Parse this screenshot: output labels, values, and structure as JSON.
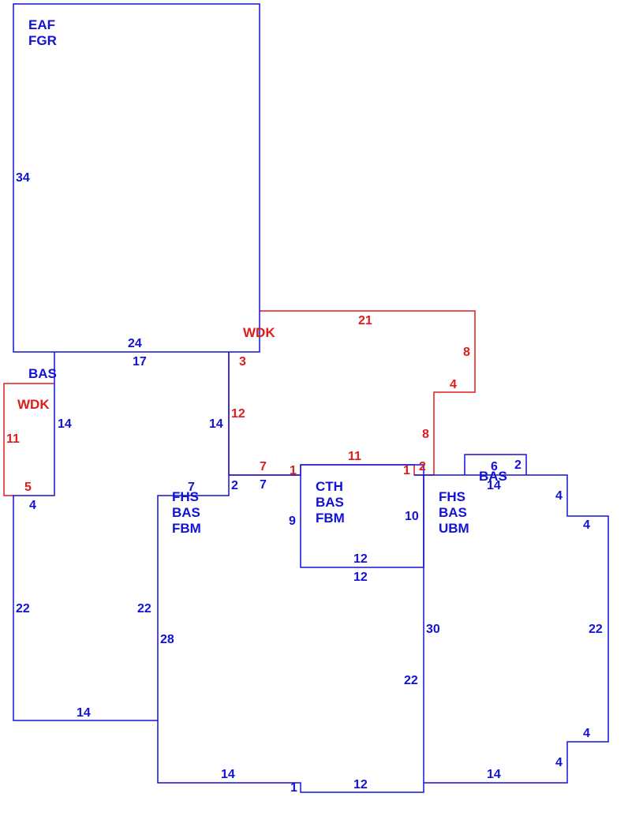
{
  "colors": {
    "structure": "#1212d6",
    "deck": "#e01b1b",
    "background": "#ffffff"
  },
  "areas": {
    "eaf": "EAF",
    "fgr": "FGR",
    "bas_left": "BAS",
    "wdk_top": "WDK",
    "wdk_left": "WDK",
    "fhs_mid": "FHS",
    "bas_mid": "BAS",
    "fbm_mid": "FBM",
    "cth": "CTH",
    "bas_cth": "BAS",
    "fbm_cth": "FBM",
    "fhs_right": "FHS",
    "bas_right": "BAS",
    "ubm_right": "UBM",
    "bas_small": "BAS"
  },
  "dimensions": {
    "garage_left": "34",
    "garage_bottom": "24",
    "wdk_top_21": "21",
    "wdk_top_8": "8",
    "wdk_top_4": "4",
    "wdk_top_8b": "8",
    "wdk_top_3": "3",
    "wdk_top_12": "12",
    "wdk_top_7": "7",
    "wdk_top_1a": "1",
    "wdk_top_11": "11",
    "wdk_top_1b": "1",
    "wdk_top_2": "2",
    "bas_top_17": "17",
    "bas_14a": "14",
    "bas_14b": "14",
    "wdk_left_11": "11",
    "wdk_left_5": "5",
    "bas_4": "4",
    "left_22a": "22",
    "left_22b": "22",
    "left_14": "14",
    "mid_7a": "7",
    "mid_2": "2",
    "mid_7b": "7",
    "mid_28": "28",
    "mid_14": "14",
    "mid_1": "1",
    "mid_12": "12",
    "cth_9": "9",
    "cth_10": "10",
    "cth_12a": "12",
    "cth_12b": "12",
    "right_30": "30",
    "right_22a": "22",
    "right_4a": "4",
    "right_4b": "4",
    "right_22b": "22",
    "right_4c": "4",
    "right_4d": "4",
    "right_14": "14",
    "small_6": "6",
    "small_2": "2",
    "small_14": "14"
  }
}
